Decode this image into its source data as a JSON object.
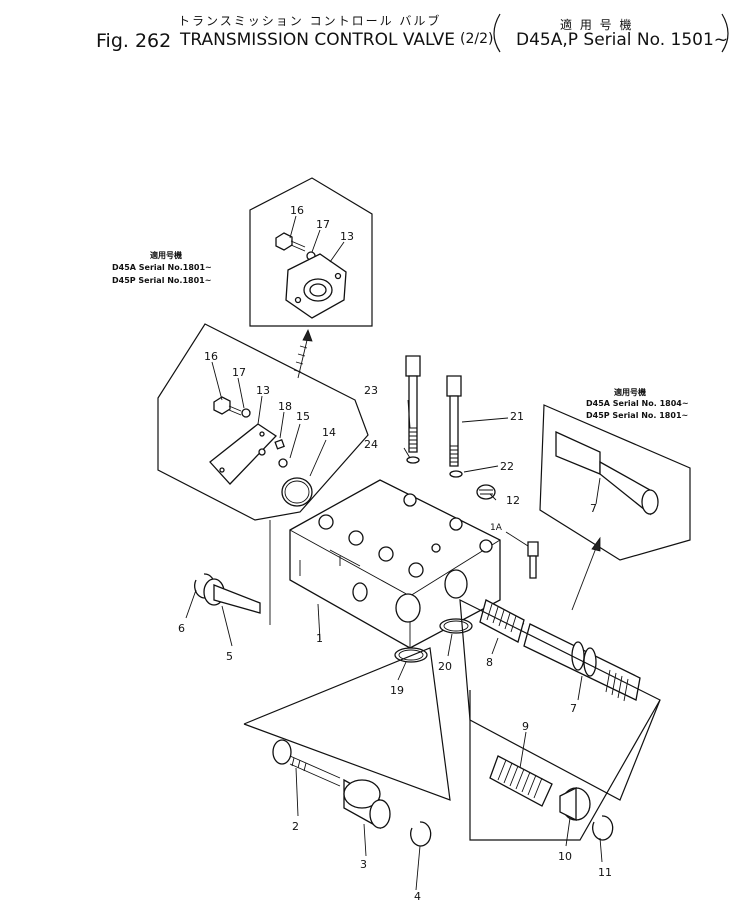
{
  "header": {
    "jp_subtitle": "トランスミッション コントロール バルブ",
    "jp_serial": "適 用 号 機",
    "fig_label": "Fig. 262",
    "title": "TRANSMISSION CONTROL VALVE",
    "fraction": "(2/2)",
    "serial": "D45A,P Serial No. 1501~"
  },
  "notes": {
    "left_jp": "適用号機",
    "left_line1": "D45A Serial No.1801~",
    "left_line2": "D45P Serial No.1801~",
    "right_jp": "適用号機",
    "right_line1": "D45A Serial No. 1804~",
    "right_line2": "D45P Serial No. 1801~"
  },
  "callouts": {
    "c16a": "16",
    "c17a": "17",
    "c13a": "13",
    "c16b": "16",
    "c17b": "17",
    "c13b": "13",
    "c18": "18",
    "c15": "15",
    "c14": "14",
    "c23": "23",
    "c21": "21",
    "c24": "24",
    "c22": "22",
    "c12": "12",
    "c1a": "1A",
    "c7a": "7",
    "c6": "6",
    "c5": "5",
    "c1": "1",
    "c19": "19",
    "c20": "20",
    "c8": "8",
    "c7b": "7",
    "c9": "9",
    "c2": "2",
    "c3": "3",
    "c4": "4",
    "c10": "10",
    "c11": "11"
  }
}
